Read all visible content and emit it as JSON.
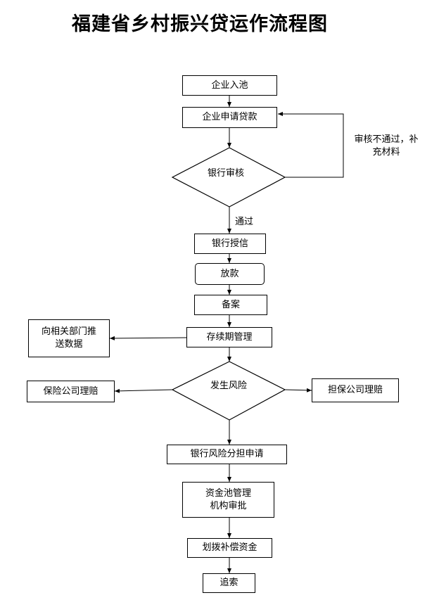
{
  "title": "福建省乡村振兴贷运作流程图",
  "nodes": {
    "enterprise_pool": "企业入池",
    "loan_application": "企业申请贷款",
    "bank_review": "银行审核",
    "bank_credit": "银行授信",
    "disbursement": "放款",
    "filing": "备案",
    "duration_management": "存续期管理",
    "push_data": "向相关部门推\n送数据",
    "risk_occurs": "发生风险",
    "insurance_claim": "保险公司理赔",
    "guarantee_claim": "担保公司理赔",
    "risk_sharing_application": "银行风险分担申请",
    "fund_pool_approval": "资金池管理\n机构审批",
    "compensation_funds": "划拨补偿资金",
    "recovery": "追索"
  },
  "edge_labels": {
    "rejected": "审核不通过，补\n充材料",
    "approved": "通过"
  }
}
